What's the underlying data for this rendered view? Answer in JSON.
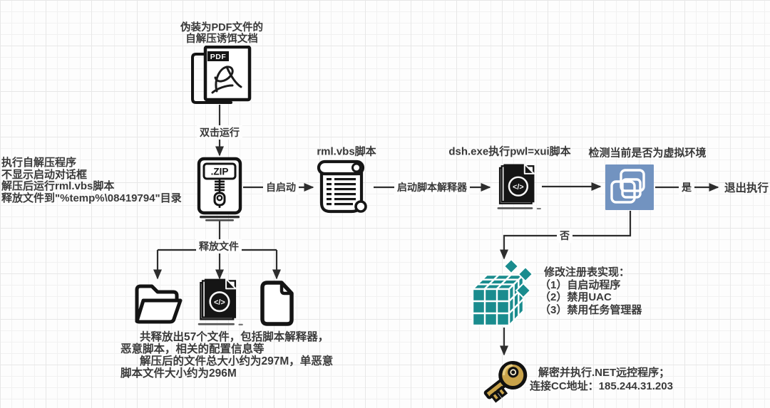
{
  "icons": {
    "pdf_badge": "PDF",
    "zip_label": ".ZIP",
    "code_glyph": "</>"
  },
  "nodes": {
    "pdf": {
      "title1": "伪装为PDF文件的",
      "title2": "自解压诱饵文档"
    },
    "vbs": {
      "label": "rml.vbs脚本"
    },
    "dsh": {
      "label": "dsh.exe执行pwl=xui脚本"
    },
    "vm": {
      "label": "检测当前是否为虚拟环境"
    },
    "exit": {
      "label": "退出执行"
    }
  },
  "edges": {
    "double_click": "双击运行",
    "autostart": "自启动",
    "start_interpreter": "启动脚本解释器",
    "yes": "是",
    "no": "否",
    "release_files": "释放文件"
  },
  "notes": {
    "sfx": {
      "l1": "执行自解压程序",
      "l2": "不显示启动对话框",
      "l3": "解压后运行rml.vbs脚本",
      "l4": "释放文件到\"%temp%\\08419794\"目录"
    },
    "registry": {
      "l1": "修改注册表实现：",
      "l2": "（1）自启动程序",
      "l3": "（2）禁用UAC",
      "l4": "（3）禁用任务管理器"
    },
    "key": {
      "l1": "解密并执行.NET远控程序；",
      "l2": "连接CC地址：185.244.31.203"
    },
    "dropped": {
      "l1": "共释放出57个文件，包括脚本解释器，",
      "l2": "恶意脚本，相关的配置信息等",
      "l3": "解压后的文件总大小约为297M，单恶意",
      "l4": "脚本文件大小约为296M"
    }
  },
  "colors": {
    "vm_blue": "#7293c0",
    "registry_teal": "#1a8c8e",
    "key_gold": "#c9a34a",
    "line": "#2d2d2d",
    "text": "#3a3a3a"
  }
}
